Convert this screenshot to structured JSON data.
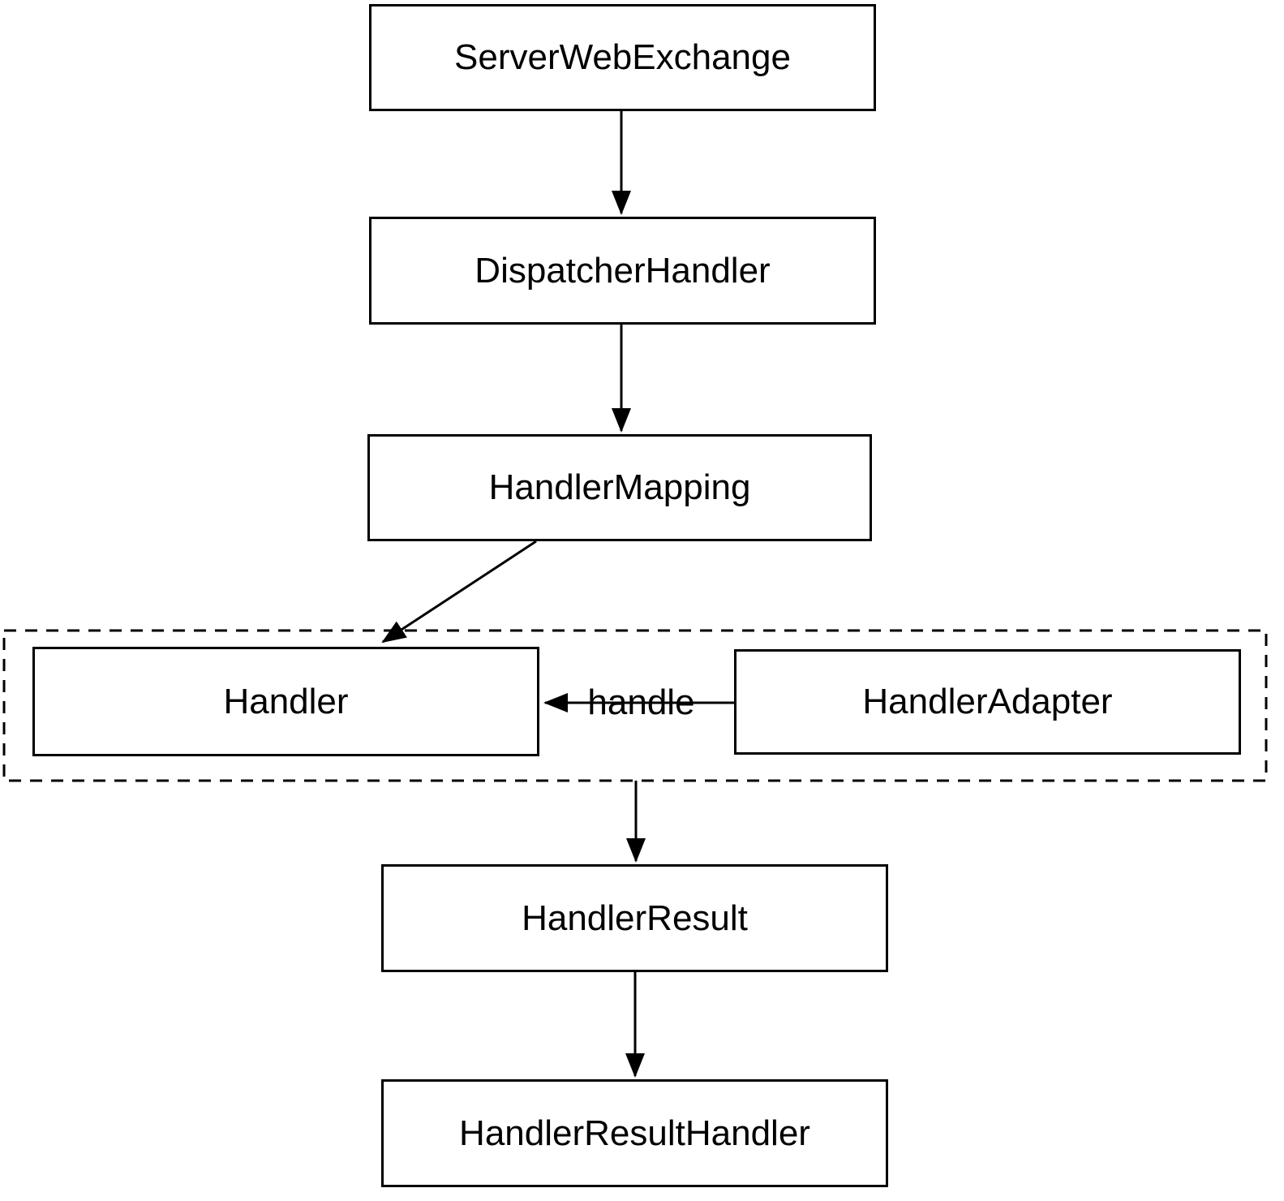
{
  "diagram": {
    "type": "flowchart",
    "nodes": {
      "serverWebExchange": {
        "label": "ServerWebExchange"
      },
      "dispatcherHandler": {
        "label": "DispatcherHandler"
      },
      "handlerMapping": {
        "label": "HandlerMapping"
      },
      "handler": {
        "label": "Handler"
      },
      "handlerAdapter": {
        "label": "HandlerAdapter"
      },
      "handlerResult": {
        "label": "HandlerResult"
      },
      "handlerResultHandler": {
        "label": "HandlerResultHandler"
      }
    },
    "edges": [
      {
        "from": "ServerWebExchange",
        "to": "DispatcherHandler",
        "label": ""
      },
      {
        "from": "DispatcherHandler",
        "to": "HandlerMapping",
        "label": ""
      },
      {
        "from": "HandlerMapping",
        "to": "Handler",
        "label": ""
      },
      {
        "from": "HandlerAdapter",
        "to": "Handler",
        "label": "handle"
      },
      {
        "from": "Handler-HandlerAdapter-group",
        "to": "HandlerResult",
        "label": ""
      },
      {
        "from": "HandlerResult",
        "to": "HandlerResultHandler",
        "label": ""
      }
    ],
    "groups": [
      {
        "members": [
          "Handler",
          "HandlerAdapter"
        ],
        "border": "dashed"
      }
    ],
    "colors": {
      "stroke": "#000000",
      "box_fill": "#ffffff",
      "background": "#ffffff"
    }
  }
}
